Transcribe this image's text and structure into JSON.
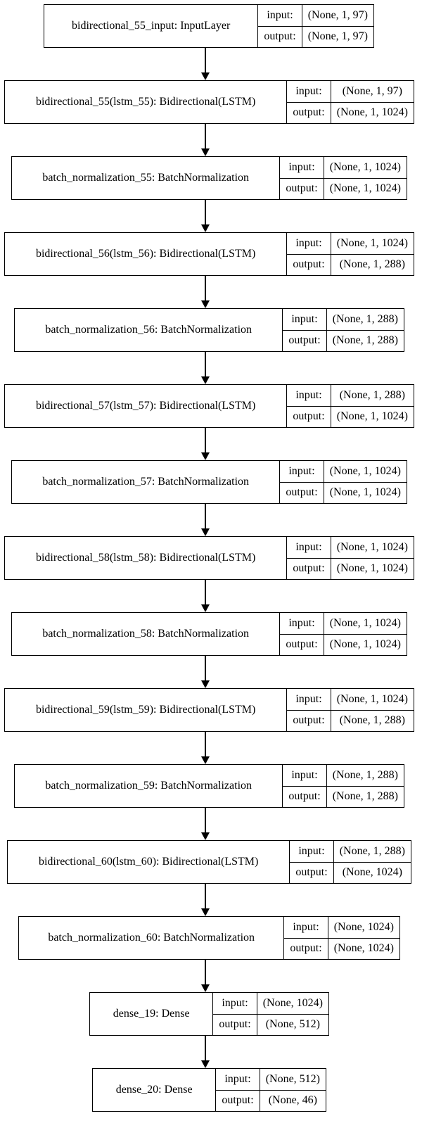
{
  "layers": [
    {
      "name": "bidirectional_55_input: InputLayer",
      "input_label": "input:",
      "output_label": "output:",
      "input": "(None, 1, 97)",
      "output": "(None, 1, 97)"
    },
    {
      "name": "bidirectional_55(lstm_55): Bidirectional(LSTM)",
      "input_label": "input:",
      "output_label": "output:",
      "input": "(None, 1, 97)",
      "output": "(None, 1, 1024)"
    },
    {
      "name": "batch_normalization_55: BatchNormalization",
      "input_label": "input:",
      "output_label": "output:",
      "input": "(None, 1, 1024)",
      "output": "(None, 1, 1024)"
    },
    {
      "name": "bidirectional_56(lstm_56): Bidirectional(LSTM)",
      "input_label": "input:",
      "output_label": "output:",
      "input": "(None, 1, 1024)",
      "output": "(None, 1, 288)"
    },
    {
      "name": "batch_normalization_56: BatchNormalization",
      "input_label": "input:",
      "output_label": "output:",
      "input": "(None, 1, 288)",
      "output": "(None, 1, 288)"
    },
    {
      "name": "bidirectional_57(lstm_57): Bidirectional(LSTM)",
      "input_label": "input:",
      "output_label": "output:",
      "input": "(None, 1, 288)",
      "output": "(None, 1, 1024)"
    },
    {
      "name": "batch_normalization_57: BatchNormalization",
      "input_label": "input:",
      "output_label": "output:",
      "input": "(None, 1, 1024)",
      "output": "(None, 1, 1024)"
    },
    {
      "name": "bidirectional_58(lstm_58): Bidirectional(LSTM)",
      "input_label": "input:",
      "output_label": "output:",
      "input": "(None, 1, 1024)",
      "output": "(None, 1, 1024)"
    },
    {
      "name": "batch_normalization_58: BatchNormalization",
      "input_label": "input:",
      "output_label": "output:",
      "input": "(None, 1, 1024)",
      "output": "(None, 1, 1024)"
    },
    {
      "name": "bidirectional_59(lstm_59): Bidirectional(LSTM)",
      "input_label": "input:",
      "output_label": "output:",
      "input": "(None, 1, 1024)",
      "output": "(None, 1, 288)"
    },
    {
      "name": "batch_normalization_59: BatchNormalization",
      "input_label": "input:",
      "output_label": "output:",
      "input": "(None, 1, 288)",
      "output": "(None, 1, 288)"
    },
    {
      "name": "bidirectional_60(lstm_60): Bidirectional(LSTM)",
      "input_label": "input:",
      "output_label": "output:",
      "input": "(None, 1, 288)",
      "output": "(None, 1024)"
    },
    {
      "name": "batch_normalization_60: BatchNormalization",
      "input_label": "input:",
      "output_label": "output:",
      "input": "(None, 1024)",
      "output": "(None, 1024)"
    },
    {
      "name": "dense_19: Dense",
      "input_label": "input:",
      "output_label": "output:",
      "input": "(None, 1024)",
      "output": "(None, 512)"
    },
    {
      "name": "dense_20: Dense",
      "input_label": "input:",
      "output_label": "output:",
      "input": "(None, 512)",
      "output": "(None, 46)"
    }
  ]
}
